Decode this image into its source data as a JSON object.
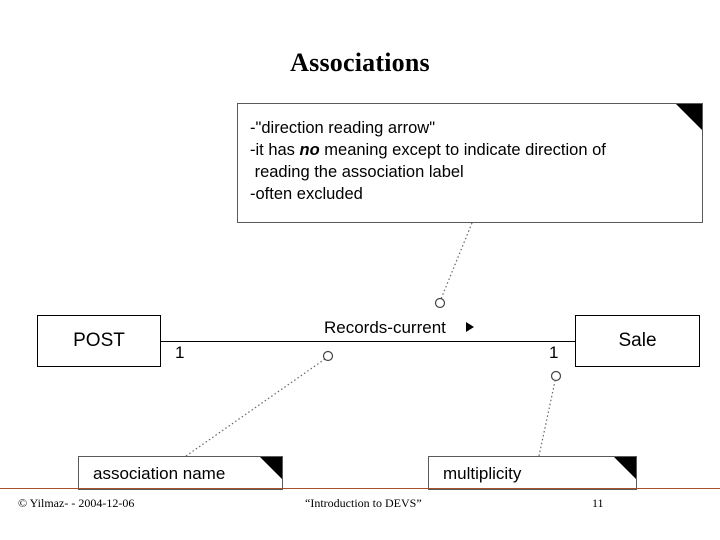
{
  "slide": {
    "title": "Associations",
    "note": {
      "line1": "-\"direction reading arrow\"",
      "line2_pre": "-it has ",
      "line2_emphasis": "no",
      "line2_post": " meaning except to indicate direction of",
      "line3": " reading the association label",
      "line4": "-often excluded"
    },
    "diagram": {
      "type": "uml-class-association",
      "left_class": "POST",
      "right_class": "Sale",
      "association_name": "Records-current",
      "direction_arrow": "right-triangle-marker",
      "left_multiplicity": "1",
      "right_multiplicity": "1"
    },
    "annotations": [
      {
        "label": "association name",
        "target": "association-name-label"
      },
      {
        "label": "multiplicity",
        "target": "right-multiplicity"
      }
    ],
    "footer": {
      "left": "© Yilmaz- -  2004-12-06",
      "center": "“Introduction to DEVS”",
      "page": "11",
      "rule_color": "#A4522A"
    }
  }
}
